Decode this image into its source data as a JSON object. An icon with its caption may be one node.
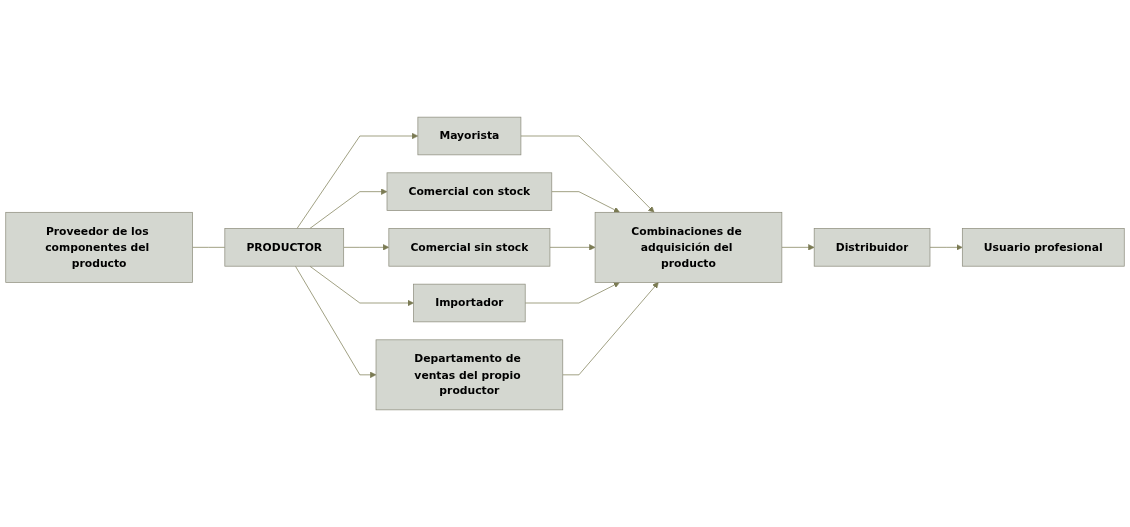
{
  "diagram": {
    "nodes": [
      {
        "text": [
          "Proveedor de los componentes del producto"
        ]
      },
      {
        "text": [
          "PRODUCTOR"
        ]
      },
      {
        "text": [
          "Mayorista"
        ]
      },
      {
        "text": [
          "Comercial con stock"
        ]
      },
      {
        "text": [
          "Comercial sin stock"
        ]
      },
      {
        "text": [
          "Importador"
        ]
      },
      {
        "text": [
          "Departamento de ventas del propio productor"
        ]
      },
      {
        "text": [
          "Combinaciones de adquisición del producto"
        ]
      },
      {
        "text": [
          "Distribuidor"
        ]
      },
      {
        "text": [
          "Usuario profesional"
        ]
      }
    ],
    "edges": [
      {
        "from": 0,
        "to": 1,
        "arrow": "none"
      },
      {
        "from": 1,
        "to": 2,
        "arrow": "to"
      },
      {
        "from": 1,
        "to": 3,
        "arrow": "to"
      },
      {
        "from": 1,
        "to": 4,
        "arrow": "to"
      },
      {
        "from": 1,
        "to": 5,
        "arrow": "to"
      },
      {
        "from": 1,
        "to": 6,
        "arrow": "to"
      },
      {
        "from": 2,
        "to": 7,
        "arrow": "to"
      },
      {
        "from": 3,
        "to": 7,
        "arrow": "to"
      },
      {
        "from": 4,
        "to": 7,
        "arrow": "to"
      },
      {
        "from": 5,
        "to": 7,
        "arrow": "to"
      },
      {
        "from": 6,
        "to": 7,
        "arrow": "to"
      },
      {
        "from": 7,
        "to": 8,
        "arrow": "to"
      },
      {
        "from": 8,
        "to": 9,
        "arrow": "to"
      }
    ]
  }
}
